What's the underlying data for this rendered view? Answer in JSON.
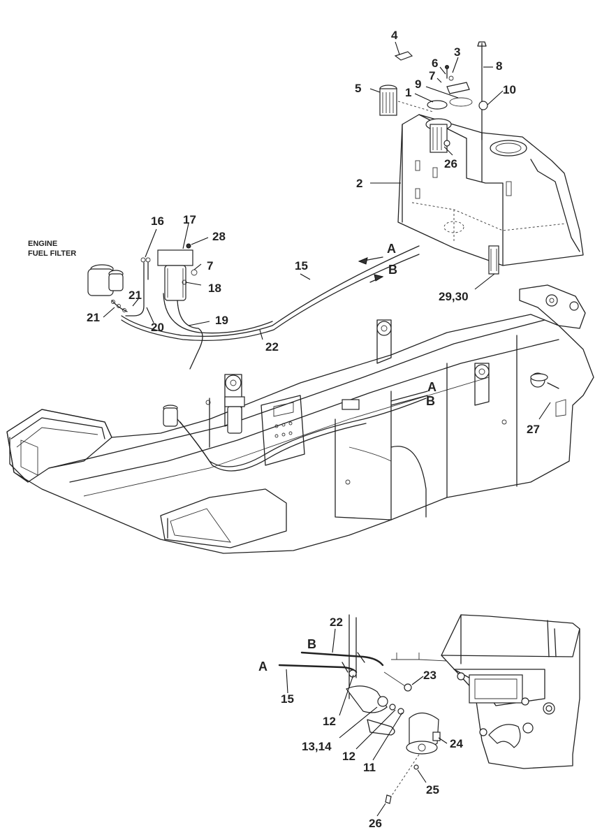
{
  "note_engine_fuel_filter": [
    "ENGINE",
    "FUEL FILTER"
  ],
  "callouts": {
    "c1": "1",
    "c2": "2",
    "c3": "3",
    "c4": "4",
    "c5": "5",
    "c6": "6",
    "c7": "7",
    "c7b": "7",
    "c8": "8",
    "c9": "9",
    "c10": "10",
    "c11": "11",
    "c12": "12",
    "c12b": "12",
    "c13_14": "13,14",
    "c15": "15",
    "c15b": "15",
    "c16": "16",
    "c17": "17",
    "c18": "18",
    "c19": "19",
    "c20": "20",
    "c21": "21",
    "c21b": "21",
    "c22": "22",
    "c22b": "22",
    "c23": "23",
    "c24": "24",
    "c25": "25",
    "c26": "26",
    "c26b": "26",
    "c27": "27",
    "c28": "28",
    "c29_30": "29,30"
  },
  "line_letters": {
    "top_a": "A",
    "top_b": "B",
    "frame_a": "A",
    "frame_b": "B",
    "det_a": "A",
    "det_b": "B"
  }
}
